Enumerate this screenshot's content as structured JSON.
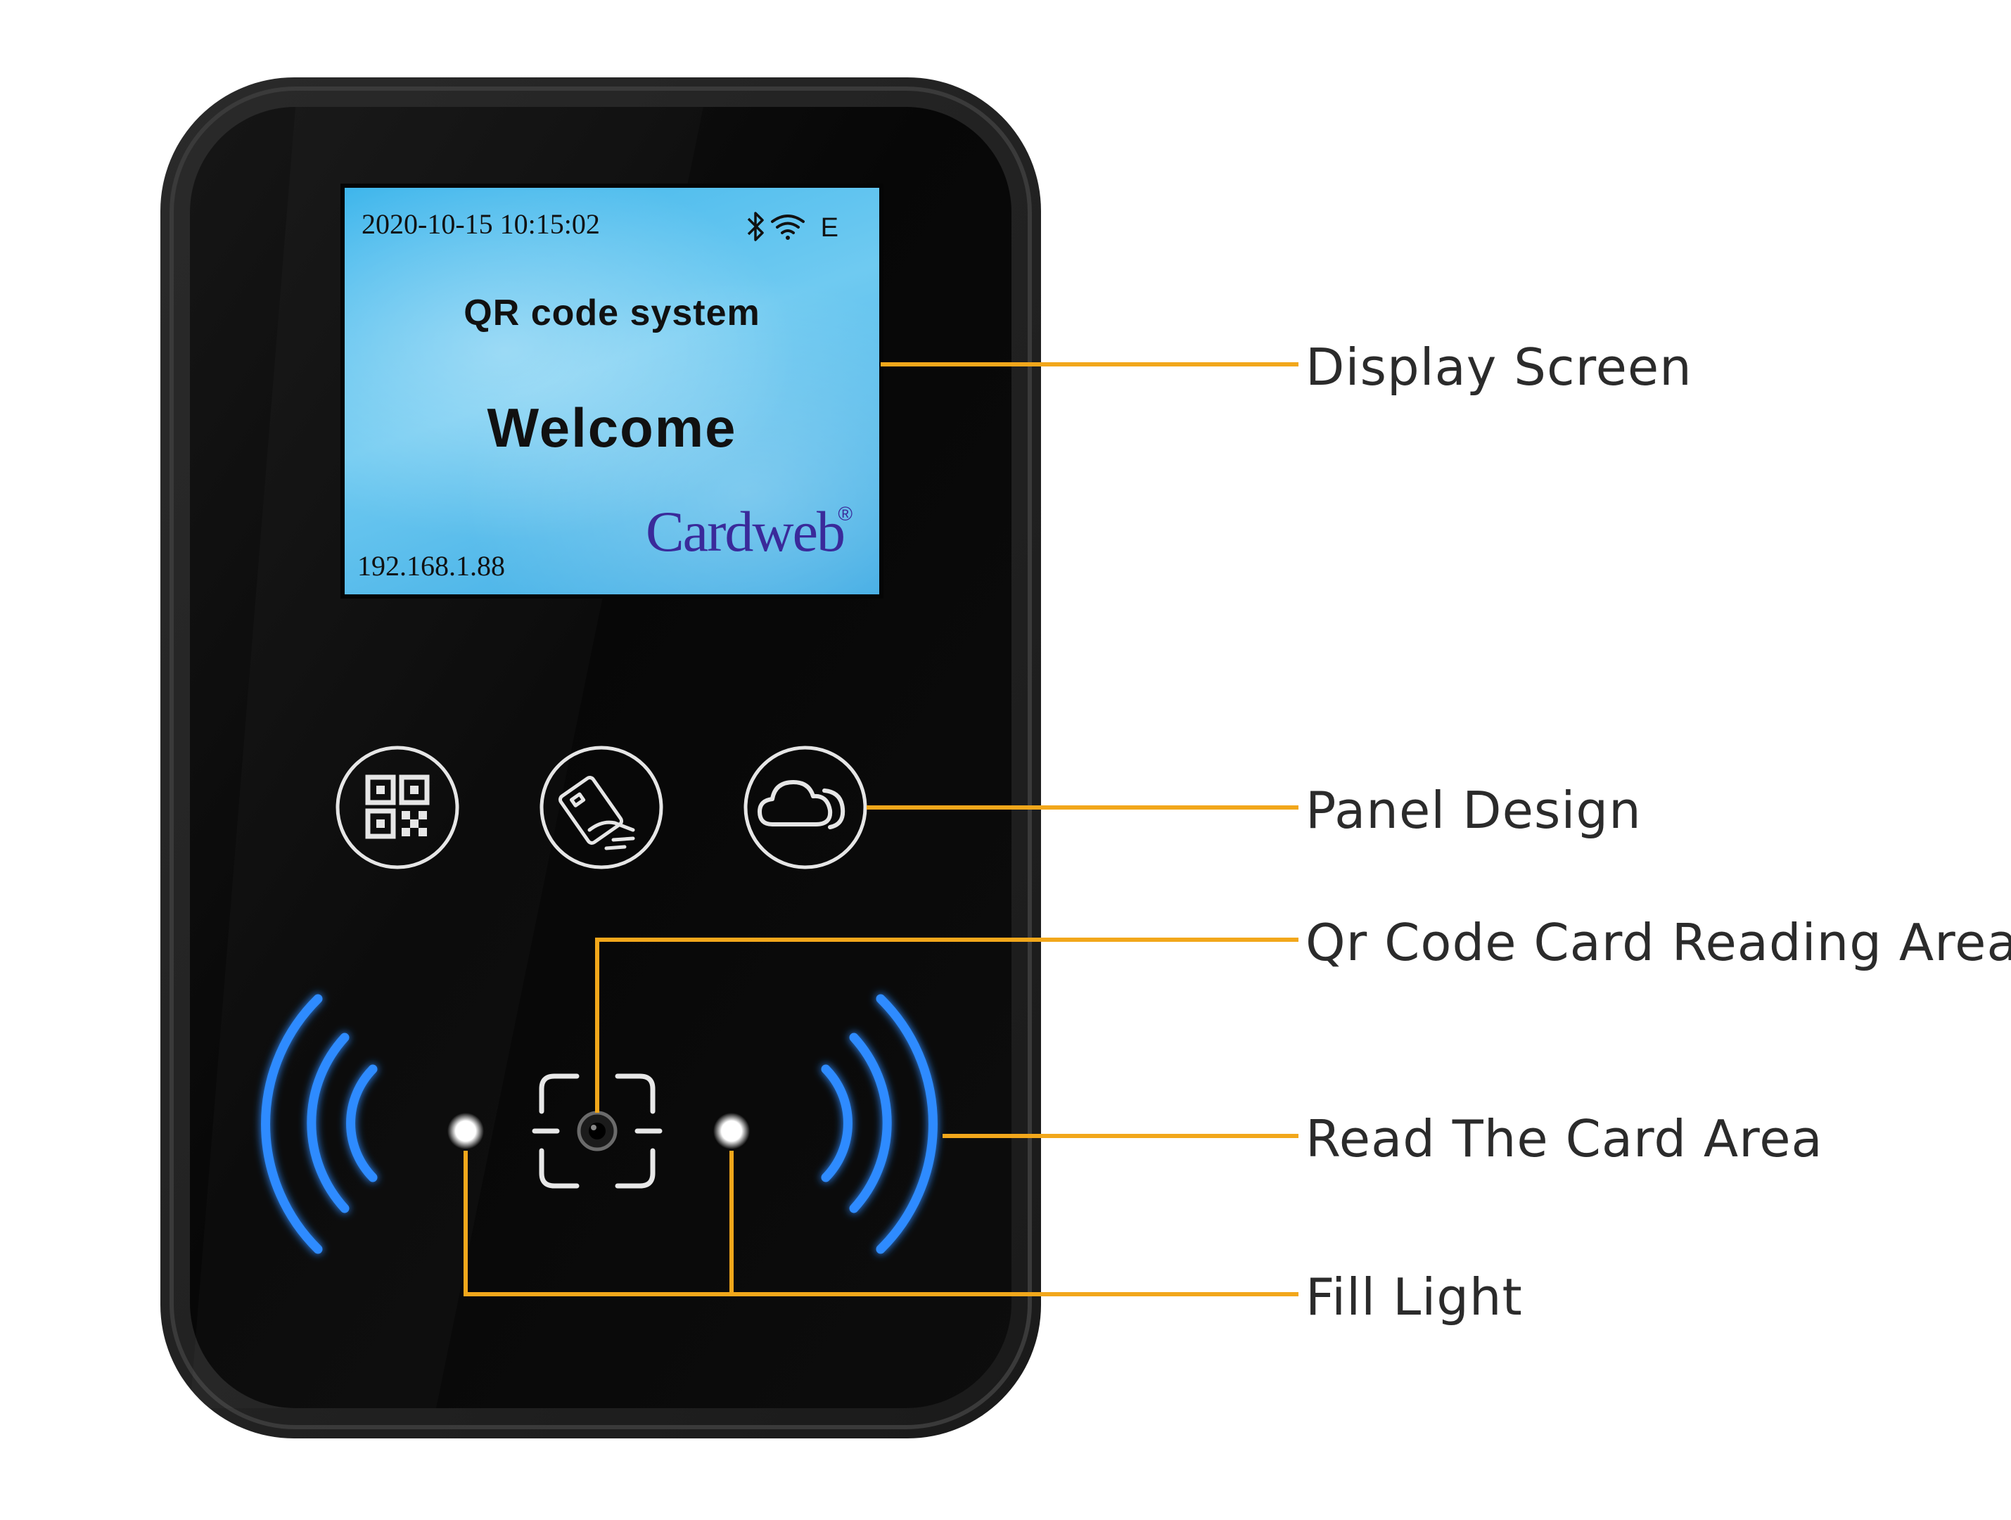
{
  "screen": {
    "datetime": "2020-10-15  10:15:02",
    "network_letter": "E",
    "title": "QR code system",
    "welcome": "Welcome",
    "ip": "192.168.1.88",
    "brand": "Cardweb",
    "brand_mark": "®"
  },
  "callouts": {
    "display_screen": "Display Screen",
    "panel_design": "Panel Design",
    "qr_area": "Qr Code Card Reading Area",
    "card_area": "Read The Card Area",
    "fill_light": "Fill Light"
  },
  "colors": {
    "leader_line": "#f2a71b",
    "nfc_wave": "#2e8bff",
    "device_body": "#0b0b0b"
  },
  "icons": [
    "qr-code-icon",
    "card-tap-icon",
    "cloud-icon",
    "bluetooth-icon",
    "wifi-icon",
    "nfc-wave-icon",
    "camera-lens-icon"
  ]
}
